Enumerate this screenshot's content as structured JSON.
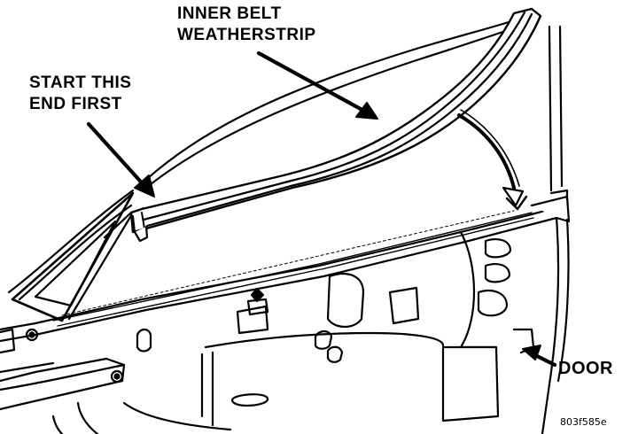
{
  "labels": {
    "inner_belt_line1": "INNER BELT",
    "inner_belt_line2": "WEATHERSTRIP",
    "start_line1": "START THIS",
    "start_line2": "END FIRST",
    "door": "DOOR"
  },
  "figure_code": "803f585e",
  "colors": {
    "ink": "#000000",
    "paper": "#ffffff"
  }
}
